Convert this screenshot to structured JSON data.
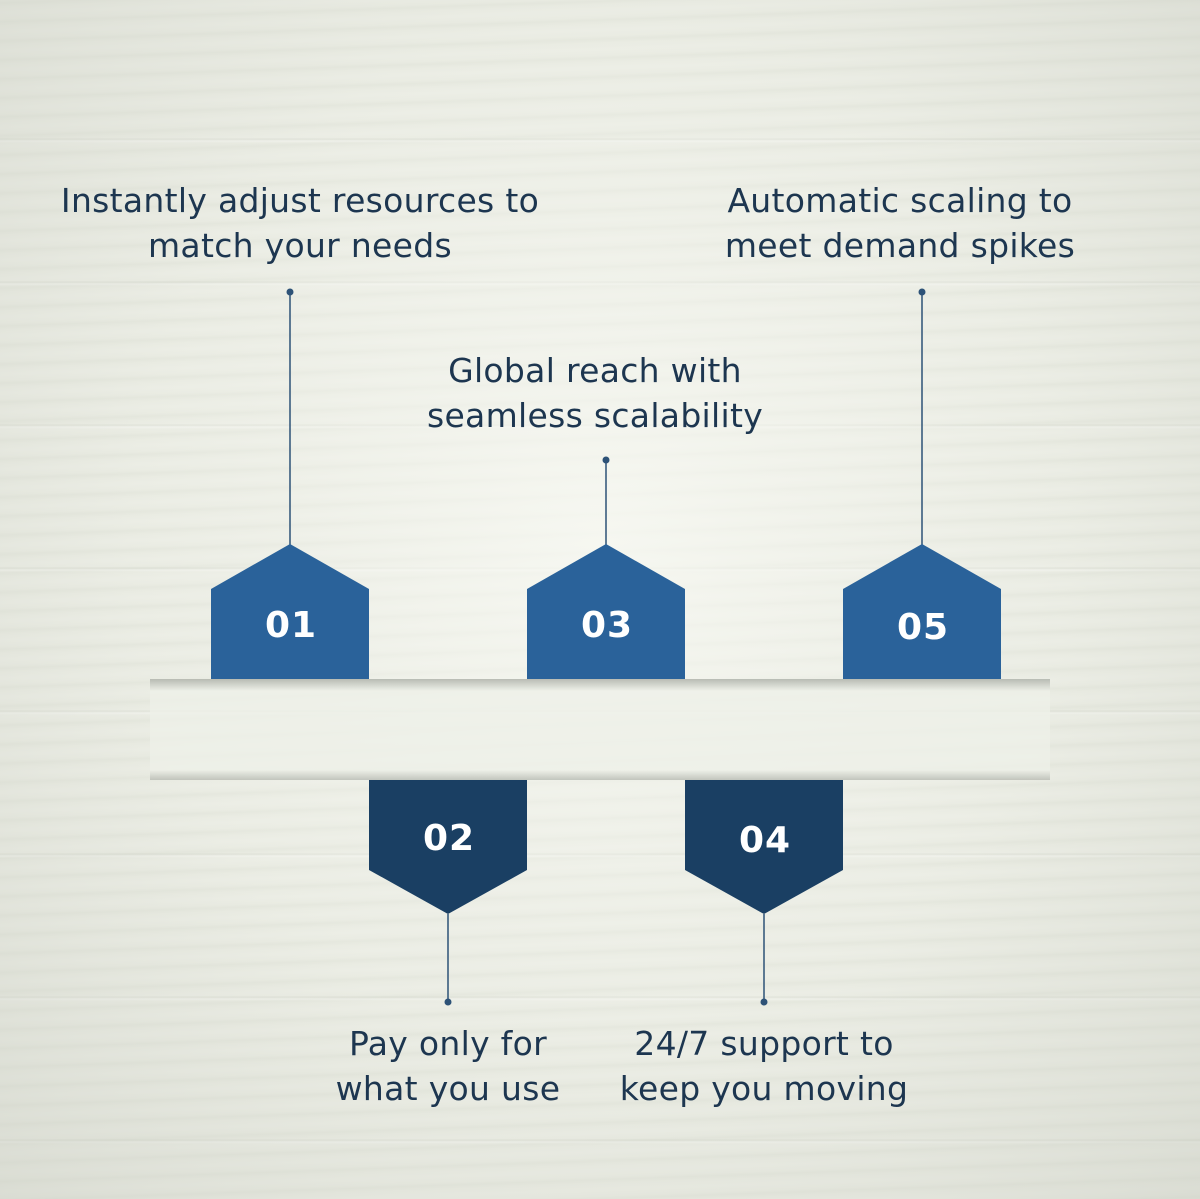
{
  "colors": {
    "upper_tag": "#2a629a",
    "lower_tag": "#1a3f63",
    "connector": "#2d5277",
    "text": "#1d3650",
    "background": "#e9ebe2"
  },
  "steps": [
    {
      "number": "01",
      "lines": [
        "Instantly adjust resources to",
        "match your needs"
      ]
    },
    {
      "number": "02",
      "lines": [
        "Pay only for",
        "what you use"
      ]
    },
    {
      "number": "03",
      "lines": [
        "Global reach with",
        "seamless scalability"
      ]
    },
    {
      "number": "04",
      "lines": [
        "24/7 support to",
        "keep you moving"
      ]
    },
    {
      "number": "05",
      "lines": [
        "Automatic scaling to",
        "meet demand spikes"
      ]
    }
  ]
}
